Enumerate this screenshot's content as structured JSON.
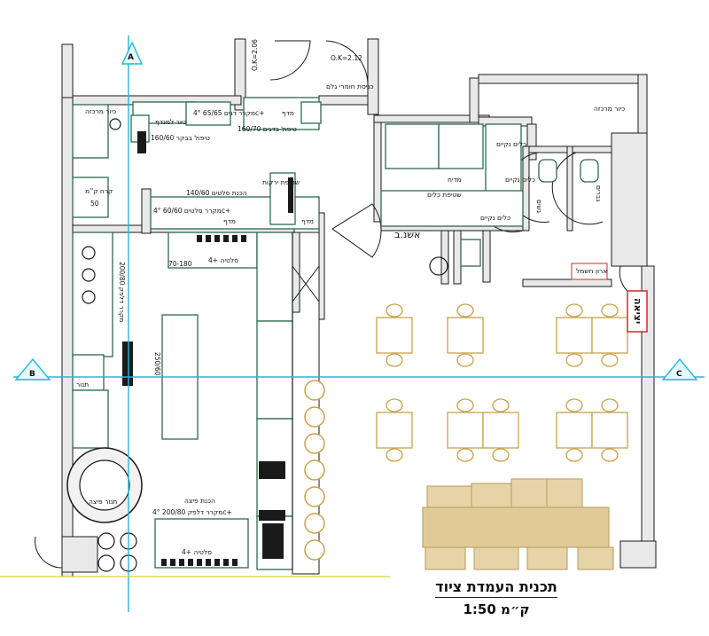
{
  "colors": {
    "wall": "#1a1a1a",
    "equipment": "#2d6a4f",
    "table": "#c8a24a",
    "chair": "#c8a24a",
    "sofa": "#d9c59a",
    "section_marker": "#1fb8d8",
    "exit": "#d12a2a"
  },
  "labels": {
    "ok": "O.K=2.12",
    "entrance": "כניסת חומרי גלם",
    "ok_left": "O.K=2.06",
    "sink_left": "כיור מרכזה",
    "fridge_top": "מקרר דגים 65/65 4°c+",
    "shelf_top": "מדף",
    "handling_fish": "טיפול בדגים 160/70",
    "handling_meat": "טיפול בבקר 160/60",
    "sink_wash": "כיור למנדף",
    "salad_prep": "הכנת סלטים 140/60",
    "fridge_salads": "מקרר סלטים 60/60 4°c+",
    "shelf_mid": "מדף",
    "shelf_mid2": "מדף",
    "rinse": "שטיפת ירקות",
    "saladette": "סלטיה +4",
    "saladette_size": "70-180",
    "fridge_left": "מקרר דלפק 200/80",
    "sink_right": "כיור מרכזה",
    "dishwash": "שטיפת כלים",
    "dishwasher": "מדיח",
    "clean_dishes": "כלים נקיים",
    "clean_dishes2": "כלים נקיים",
    "clean_dishes3": "כלים נקיים",
    "asheb": "אשנ.ב",
    "men": "גברים",
    "women": "נשים",
    "exit_label": "יציאה",
    "utility": "ארון חשמל",
    "counter": "250/60",
    "pizza_prep": "הכנת פיצה",
    "pizza_fridge": "מקרר דלפק 200/80 4°c+",
    "saladette_bottom": "סלטיה +4",
    "oven": "תנור",
    "pizza_oven": "תנור פיצה",
    "cold_room": "קרח ק''מ",
    "cold_size": "50",
    "plan_title": "תכנית העמדת ציוד",
    "plan_scale": "ק״מ 1:50",
    "section_a": "A",
    "section_b": "B",
    "section_c": "C"
  }
}
